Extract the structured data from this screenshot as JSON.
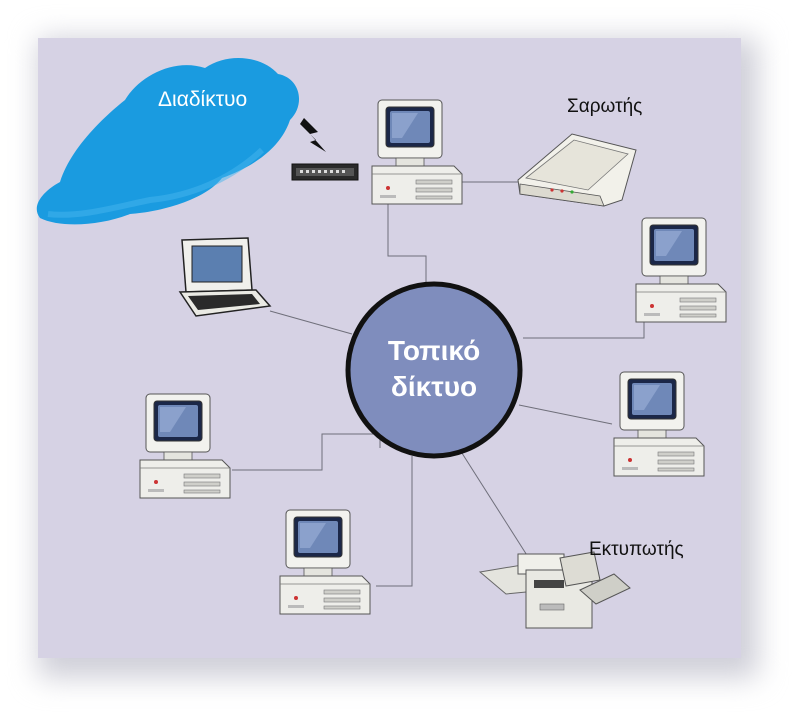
{
  "diagram": {
    "hub_label_line1": "Τοπικό",
    "hub_label_line2": "δίκτυο",
    "internet_label": "Διαδίκτυο",
    "scanner_label": "Σαρωτής",
    "printer_label": "Εκτυπωτής"
  },
  "colors": {
    "panel": "#d6d2e4",
    "hub_fill": "#7f8dbd",
    "cloud": "#1a9be0",
    "connector": "#6f6f7a"
  },
  "icons": [
    "cloud-icon",
    "router-icon",
    "lightning-icon",
    "desktop-computer-icon",
    "laptop-icon",
    "scanner-icon",
    "printer-icon"
  ]
}
